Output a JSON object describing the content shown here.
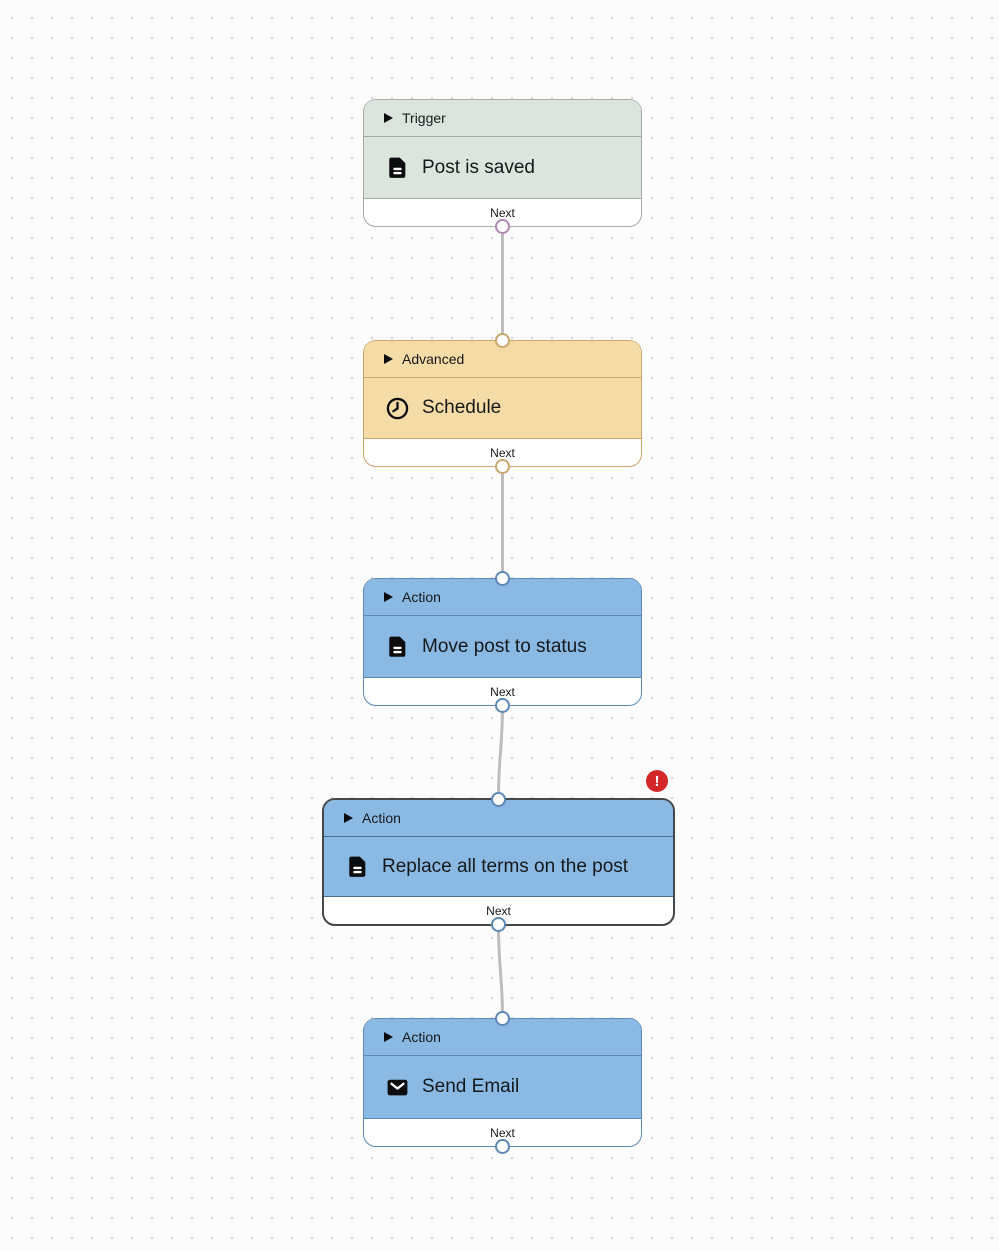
{
  "canvas": {
    "background_color": "#fcfcfd",
    "dot_color": "#d7d7da",
    "connector_color": "#bdbdc0"
  },
  "flow": {
    "nodes": [
      {
        "category": "Trigger",
        "title": "Post is saved",
        "icon": "document-icon",
        "next_label": "Next",
        "fill_color": "#dce5dd",
        "border_color": "#a4aaa4",
        "port_color": "#b287b5",
        "has_input_port": false,
        "has_error": false
      },
      {
        "category": "Advanced",
        "title": "Schedule",
        "icon": "clock-icon",
        "next_label": "Next",
        "fill_color": "#f5dba6",
        "border_color": "#c9a66a",
        "port_color": "#c9a66a",
        "has_input_port": true,
        "has_error": false
      },
      {
        "category": "Action",
        "title": "Move post to status",
        "icon": "document-icon",
        "next_label": "Next",
        "fill_color": "#8ab9e3",
        "border_color": "#5b88b5",
        "port_color": "#5b88b5",
        "has_input_port": true,
        "has_error": false
      },
      {
        "category": "Action",
        "title": "Replace all terms on the post",
        "icon": "document-icon",
        "next_label": "Next",
        "fill_color": "#8ab9e3",
        "border_color": "#43484c",
        "port_color": "#5b88b5",
        "has_input_port": true,
        "selected": true,
        "has_error": true,
        "error_badge_glyph": "!",
        "error_badge_color": "#d42828"
      },
      {
        "category": "Action",
        "title": "Send Email",
        "icon": "mail-icon",
        "next_label": "Next",
        "fill_color": "#8ab9e3",
        "border_color": "#5b88b5",
        "port_color": "#5b88b5",
        "has_input_port": true,
        "has_error": false
      }
    ]
  }
}
